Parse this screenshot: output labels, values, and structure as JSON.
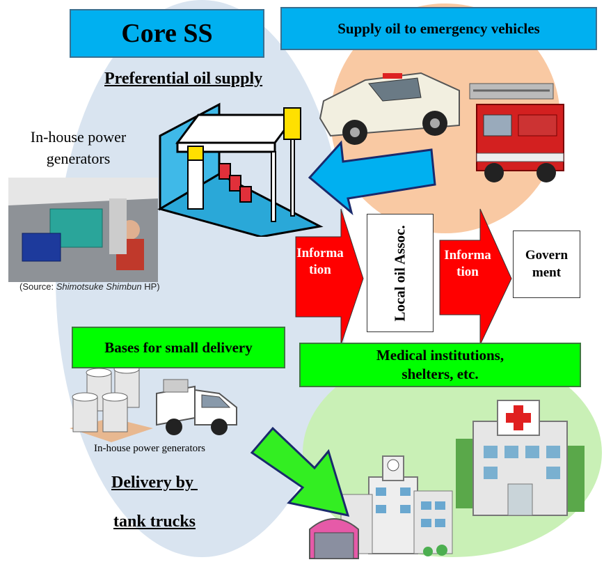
{
  "core_ss": "Core SS",
  "supply_emergency": "Supply oil to emergency vehicles",
  "preferential_supply": "Preferential oil supply",
  "inhouse_top": "In-house power generators",
  "source_caption": {
    "prefix": "(Source: ",
    "italic": "Shimotsuke Shimbun",
    "suffix": " HP)"
  },
  "info_left": {
    "line1": "Informa",
    "line2": "tion"
  },
  "info_right": {
    "line1": "Informa",
    "line2": "tion"
  },
  "local_assoc": "Local oil Assoc.",
  "government": {
    "line1": "Govern",
    "line2": "ment"
  },
  "bases_small_delivery": "Bases for small delivery",
  "medical": {
    "line1": "Medical institutions,",
    "line2": "shelters, etc."
  },
  "inhouse_bottom": "In-house power generators",
  "delivery": {
    "line1": "Delivery by ",
    "line2": "tank trucks"
  },
  "colors": {
    "ellipse_blue": "#d9e4f0",
    "circle_orange": "#f9c9a3",
    "circle_green": "#c9f0b6",
    "box_blue": "#00b0f0",
    "box_green": "#00ff00",
    "arrow_red": "#ff0000",
    "arrow_blue": "#00b0f0",
    "arrow_green": "#33ee22"
  },
  "icons": [
    "police-car-icon",
    "fire-truck-icon",
    "gas-station-icon",
    "generator-photo",
    "oil-tanks-icon",
    "pickup-truck-icon",
    "hospital-icon",
    "school-building-icon",
    "warehouse-icon"
  ]
}
